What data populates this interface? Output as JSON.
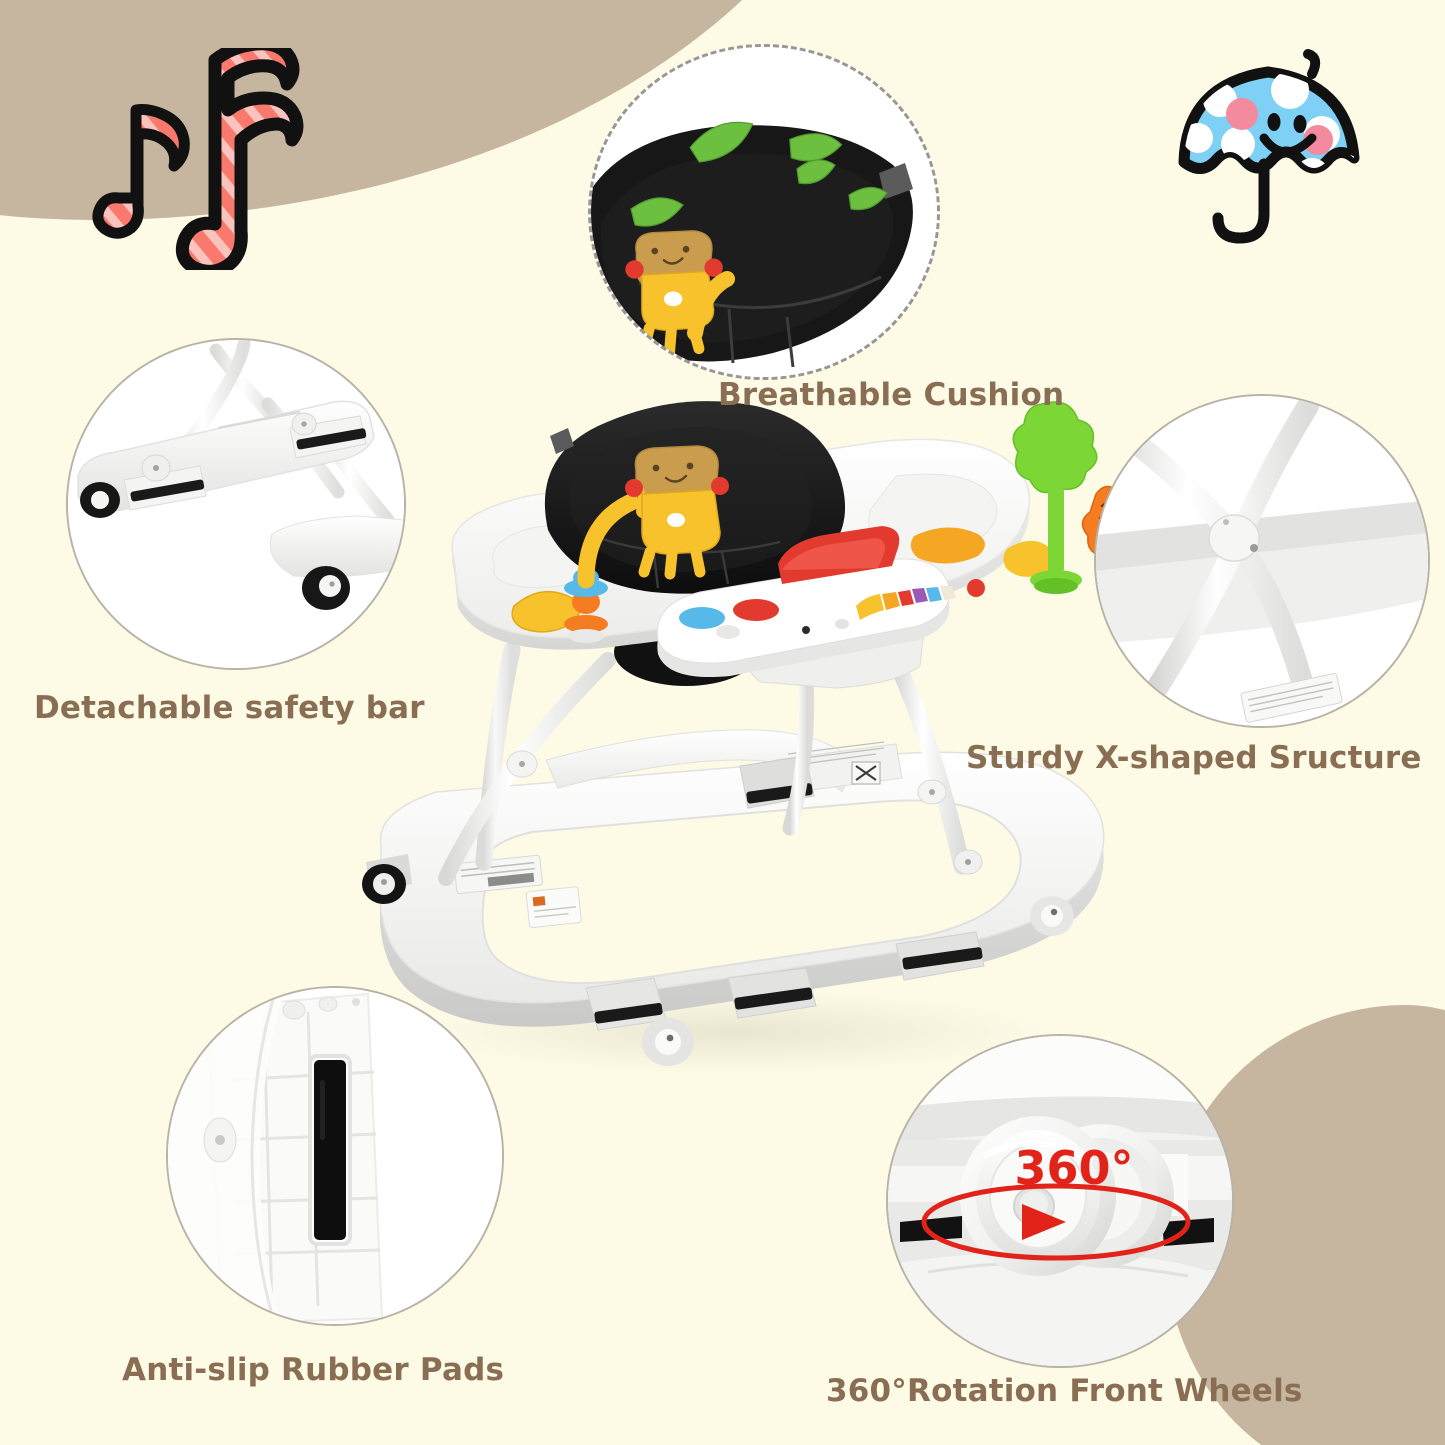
{
  "page": {
    "kind": "product-feature-infographic",
    "product": "Foldable Baby Walker"
  },
  "colors": {
    "background": "#FDFBE6",
    "accent_tan": "#C6B6A0",
    "caption_brown": "#8A6E53",
    "note_pink": "#F97A6D",
    "note_pink_light": "#FBBDB6",
    "umbrella_blue": "#7FD0F5",
    "umbrella_pink": "#F38A9E",
    "rotation_red": "#E2231A",
    "cushion_black": "#1C1C1C",
    "frame_white": "#FFFFFF",
    "toy_yellow": "#F7C22B",
    "toy_green": "#7BD636",
    "toy_orange": "#F57C20",
    "toy_blue": "#56B9E8",
    "toy_red": "#E23A2E",
    "leaf_green": "#6CBF3F"
  },
  "decorations": {
    "music_notes": {
      "icon": "music-notes-icon",
      "style": "pink-striped-with-black-outline"
    },
    "umbrella": {
      "icon": "smiling-umbrella-icon",
      "style": "blue-polka-dot-with-smile"
    },
    "top_left_blob": {
      "shape": "curved-tan-band"
    },
    "bottom_right_blob": {
      "shape": "tan-circle"
    }
  },
  "features": [
    {
      "id": "breathable-cushion",
      "label": "Breathable Cushion",
      "circle_style": "dashed",
      "closeup": "black cushion with green leaves and yellow giraffe toy"
    },
    {
      "id": "detachable-safety-bar",
      "label": "Detachable safety bar",
      "circle_style": "solid",
      "closeup": "white folding frame bar with caster wheels"
    },
    {
      "id": "sturdy-x-shaped-structure",
      "label": "Sturdy X-shaped Sructure",
      "circle_style": "solid",
      "closeup": "white tubular X-shaped cross brace with pivot"
    },
    {
      "id": "anti-slip-rubber-pads",
      "label": "Anti-slip Rubber Pads",
      "circle_style": "solid",
      "closeup": "black rubber strip pad on white base underside"
    },
    {
      "id": "rotation-front-wheels",
      "label": "360°Rotation Front Wheels",
      "circle_style": "solid",
      "closeup": "white swivel caster wheel with red rotation arrow",
      "badge": "360°"
    }
  ],
  "badges": {
    "rotation_degrees": "360°"
  }
}
